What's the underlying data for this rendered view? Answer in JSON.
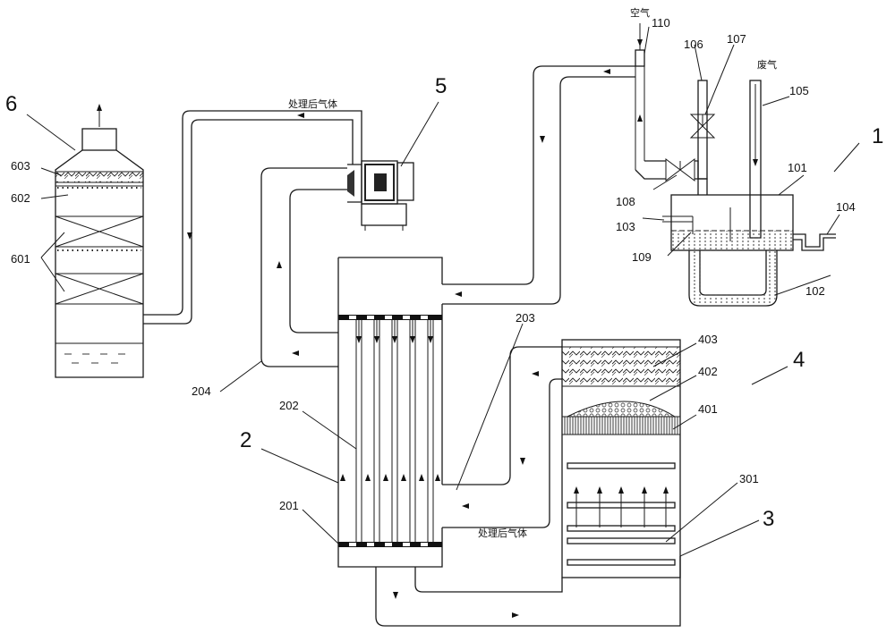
{
  "labels": {
    "n1": "1",
    "n2": "2",
    "n3": "3",
    "n4": "4",
    "n5": "5",
    "n6": "6",
    "n101": "101",
    "n102": "102",
    "n103": "103",
    "n104": "104",
    "n105": "105",
    "n106": "106",
    "n107": "107",
    "n108": "108",
    "n109": "109",
    "n110": "110",
    "n201": "201",
    "n202": "202",
    "n203": "203",
    "n204": "204",
    "n301": "301",
    "n401": "401",
    "n402": "402",
    "n403": "403",
    "n601": "601",
    "n602": "602",
    "n603": "603"
  },
  "text": {
    "air": "空气",
    "waste_gas": "废气",
    "treated_gas_top": "处理后气体",
    "treated_gas_bottom": "处理后气体"
  }
}
